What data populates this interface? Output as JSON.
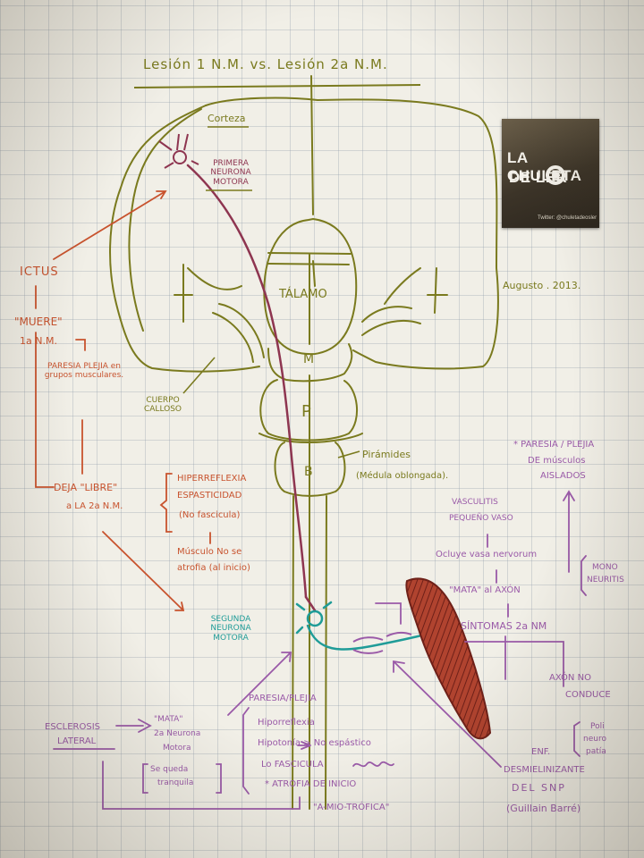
{
  "title": "Lesión 1 N.M. vs. Lesión 2a N.M.",
  "date": "Augusto . 2013.",
  "logo": {
    "line1": "LA CHULETA",
    "line2": "DE   LER",
    "twitter": "Twitter: @chuletadeosler"
  },
  "brain": {
    "corteza": "Corteza",
    "primera_neurona": "PRIMERA NEURONA MOTORA",
    "talamo": "TÁLAMO",
    "cuerpo_calloso": "CUERPO CALLOSO",
    "m": "M",
    "p": "P",
    "b": "B",
    "piramides_1": "Pirámides",
    "piramides_2": "(Médula oblongada)."
  },
  "left": {
    "ictus": "ICTUS",
    "muere_1": "\"MUERE\"",
    "muere_2": "1a N.M.",
    "paresia": "PARESIA PLEJIA en grupos musculares.",
    "deja_1": "DEJA \"LIBRE\"",
    "deja_2": "a LA 2a N.M.",
    "hiper_1": "HIPERREFLEXIA",
    "hiper_2": "ESPASTICIDAD",
    "hiper_3": "(No fascicula)",
    "musculo_1": "Músculo No se",
    "musculo_2": "atrofia (al inicio)"
  },
  "segunda_neurona": "SEGUNDA NEURONA MOTORA",
  "right": {
    "paresia_1": "* PARESIA / PLEJIA",
    "paresia_2": "DE músculos",
    "paresia_3": "AISLADOS",
    "vasculitis_1": "VASCULITIS",
    "vasculitis_2": "PEQUEÑO VASO",
    "ocluye": "Ocluye vasa nervorum",
    "mono_1": "MONO",
    "mono_2": "NEURITIS",
    "mata_axon": "\"MATA\" al AXÓN",
    "sintomas": "SÍNTOMAS 2a NM",
    "axon_1": "AXÓN NO",
    "axon_2": "CONDUCE",
    "poli_1": "Poli",
    "poli_2": "neuro",
    "poli_3": "patía",
    "enf_1": "ENF.",
    "enf_2": "DESMIELINIZANTE",
    "enf_3": "DEL SNP",
    "enf_4": "(Guillain Barré)"
  },
  "bottom": {
    "esclerosis_1": "ESCLEROSIS",
    "esclerosis_2": "LATERAL",
    "mata_1": "\"MATA\"",
    "mata_2": "2a Neurona",
    "mata_3": "Motora",
    "queda_1": "Se queda",
    "queda_2": "tranquila",
    "pp": "PARESIA/PLEJIA",
    "hipo": "Hiporreflexia",
    "hipotonia": "Hipotonía > No espástico",
    "fasc": "Lo FASCICULA",
    "atrofia": "* ATROFIA DE INICIO",
    "amio": "\"A-MIO-TRÓFICA\""
  },
  "colors": {
    "brain": "#7a7a1e",
    "first_neuron": "#8e3550",
    "left_notes": "#c8532e",
    "right_notes": "#9a5aa8",
    "second_neuron": "#1f9c98",
    "muscle": "#8a2e22"
  }
}
